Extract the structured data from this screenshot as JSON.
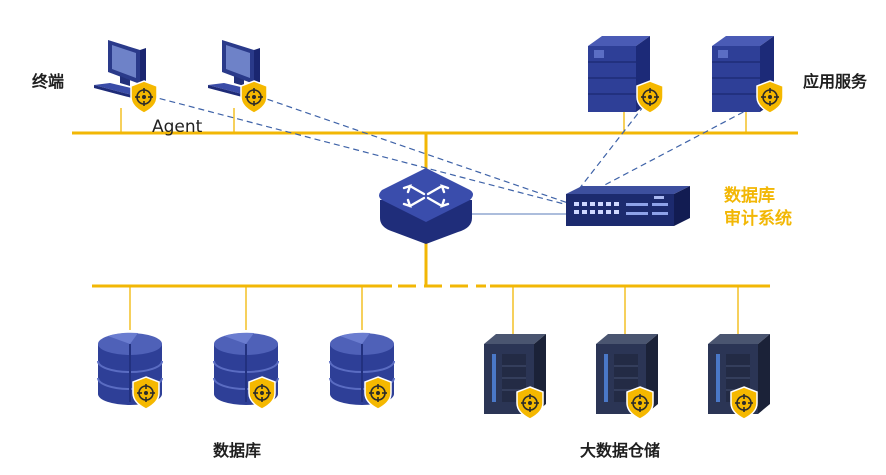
{
  "labels": {
    "terminal": "终端",
    "agent": "Agent",
    "app_service": "应用服务",
    "audit_line1": "数据库",
    "audit_line2": "审计系统",
    "database": "数据库",
    "bigdata": "大数据仓储"
  },
  "colors": {
    "bus": "#f2b705",
    "device_blue": "#2e3f97",
    "device_dark": "#2b3555",
    "shield": "#f5b800",
    "dashed_link": "#3f63a8",
    "audit_text": "#f2b705"
  },
  "icons": {
    "terminal": "desktop-computer-icon",
    "server": "server-tower-icon",
    "switch": "network-switch-icon",
    "audit_appliance": "rack-appliance-icon",
    "database": "database-cylinder-icon",
    "bigdata_server": "dark-server-icon",
    "shield": "security-shield-icon"
  }
}
